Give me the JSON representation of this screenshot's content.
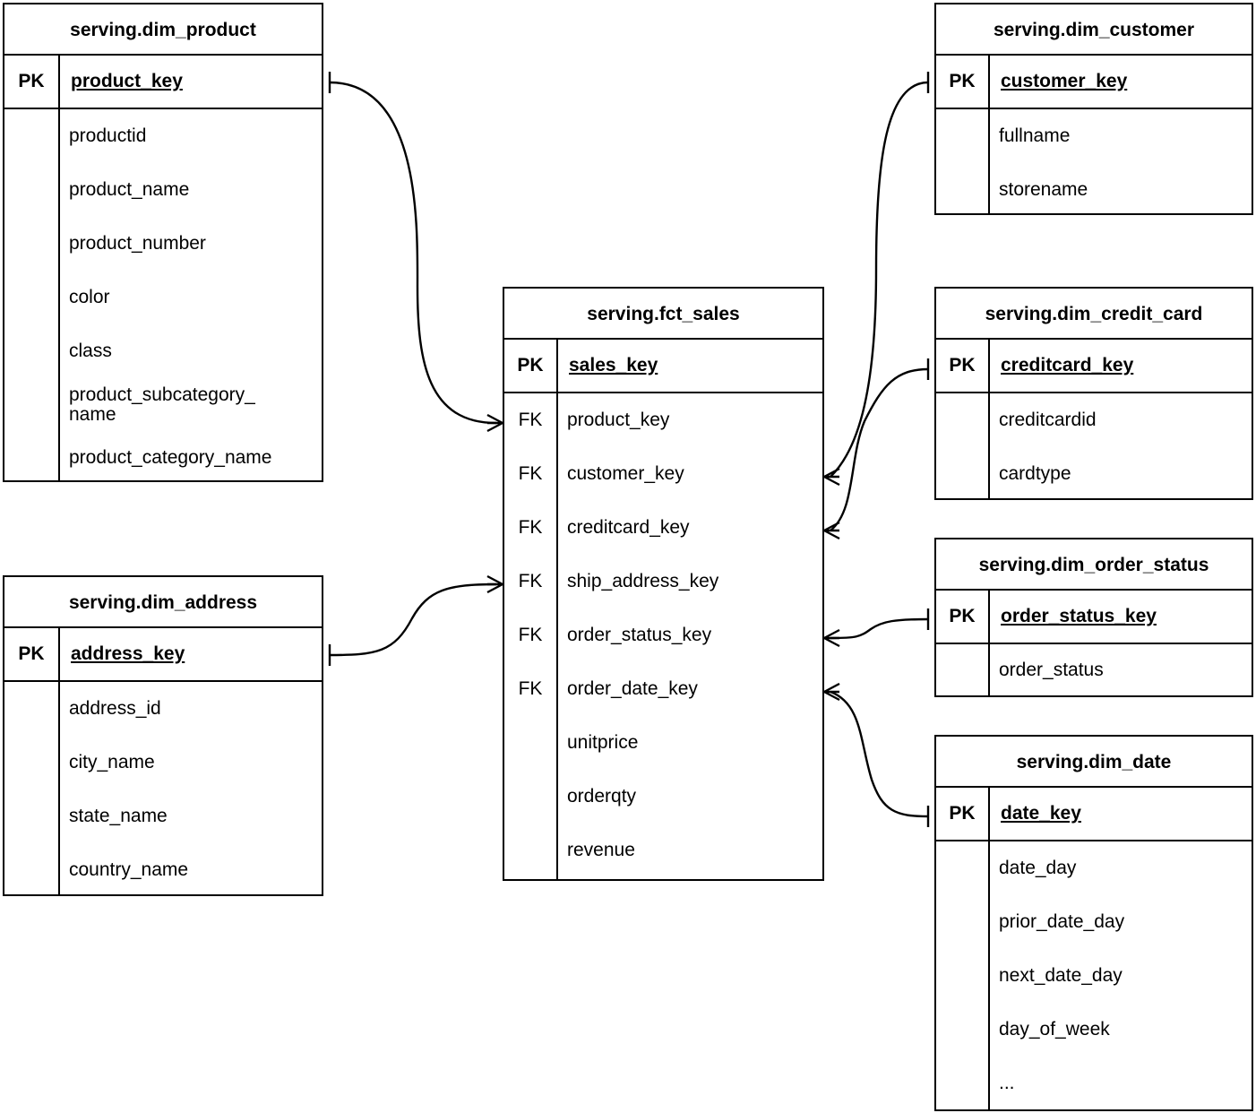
{
  "diagram": {
    "type": "entity-relationship-diagram",
    "notation": "crow's-foot",
    "background_color": "#ffffff",
    "line_color": "#000000",
    "entities": [
      {
        "id": "dim_product",
        "title": "serving.dim_product",
        "primary_key": {
          "marker": "PK",
          "name": "product_key"
        },
        "attributes": [
          "productid",
          "product_name",
          "product_number",
          "color",
          "class",
          "product_subcategory_\nname",
          "product_category_name"
        ]
      },
      {
        "id": "dim_address",
        "title": "serving.dim_address",
        "primary_key": {
          "marker": "PK",
          "name": "address_key"
        },
        "attributes": [
          "address_id",
          "city_name",
          "state_name",
          "country_name"
        ]
      },
      {
        "id": "fct_sales",
        "title": "serving.fct_sales",
        "primary_key": {
          "marker": "PK",
          "name": "sales_key"
        },
        "foreign_keys": [
          {
            "marker": "FK",
            "name": "product_key"
          },
          {
            "marker": "FK",
            "name": "customer_key"
          },
          {
            "marker": "FK",
            "name": "creditcard_key"
          },
          {
            "marker": "FK",
            "name": "ship_address_key"
          },
          {
            "marker": "FK",
            "name": "order_status_key"
          },
          {
            "marker": "FK",
            "name": "order_date_key"
          }
        ],
        "measures": [
          "unitprice",
          "orderqty",
          "revenue"
        ]
      },
      {
        "id": "dim_customer",
        "title": "serving.dim_customer",
        "primary_key": {
          "marker": "PK",
          "name": "customer_key"
        },
        "attributes": [
          "fullname",
          "storename"
        ]
      },
      {
        "id": "dim_credit_card",
        "title": "serving.dim_credit_card",
        "primary_key": {
          "marker": "PK",
          "name": "creditcard_key"
        },
        "attributes": [
          "creditcardid",
          "cardtype"
        ]
      },
      {
        "id": "dim_order_status",
        "title": "serving.dim_order_status",
        "primary_key": {
          "marker": "PK",
          "name": "order_status_key"
        },
        "attributes": [
          "order_status"
        ]
      },
      {
        "id": "dim_date",
        "title": "serving.dim_date",
        "primary_key": {
          "marker": "PK",
          "name": "date_key"
        },
        "attributes": [
          "date_day",
          "prior_date_day",
          "next_date_day",
          "day_of_week",
          "..."
        ]
      }
    ],
    "relationships": [
      {
        "from": "dim_product.product_key",
        "to": "fct_sales.product_key",
        "from_cardinality": "one",
        "to_cardinality": "many"
      },
      {
        "from": "dim_address.address_key",
        "to": "fct_sales.ship_address_key",
        "from_cardinality": "one",
        "to_cardinality": "many"
      },
      {
        "from": "dim_customer.customer_key",
        "to": "fct_sales.customer_key",
        "from_cardinality": "one",
        "to_cardinality": "many"
      },
      {
        "from": "dim_credit_card.creditcard_key",
        "to": "fct_sales.creditcard_key",
        "from_cardinality": "one",
        "to_cardinality": "many"
      },
      {
        "from": "dim_order_status.order_status_key",
        "to": "fct_sales.order_status_key",
        "from_cardinality": "one",
        "to_cardinality": "many"
      },
      {
        "from": "dim_date.date_key",
        "to": "fct_sales.order_date_key",
        "from_cardinality": "one",
        "to_cardinality": "many"
      }
    ]
  }
}
